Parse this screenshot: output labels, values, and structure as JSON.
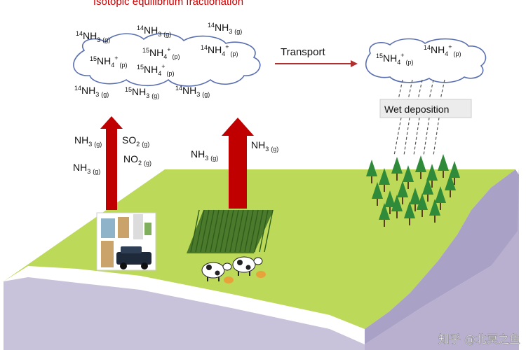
{
  "title": "Isotopic equilibrium fractionation",
  "cloud_left": {
    "gas_top": [
      {
        "sup": "14",
        "base": "NH",
        "sub1": "3",
        "charge": "",
        "phase": "(g)"
      },
      {
        "sup": "14",
        "base": "NH",
        "sub1": "3",
        "charge": "",
        "phase": "(g)"
      },
      {
        "sup": "14",
        "base": "NH",
        "sub1": "3",
        "charge": "",
        "phase": "(g)"
      }
    ],
    "inside": [
      {
        "sup": "15",
        "base": "NH",
        "sub1": "4",
        "charge": "+",
        "phase": "(p)"
      },
      {
        "sup": "15",
        "base": "NH",
        "sub1": "4",
        "charge": "+",
        "phase": "(p)"
      },
      {
        "sup": "14",
        "base": "NH",
        "sub1": "4",
        "charge": "+",
        "phase": "(p)"
      },
      {
        "sup": "15",
        "base": "NH",
        "sub1": "4",
        "charge": "+",
        "phase": "(p)"
      }
    ],
    "gas_bottom": [
      {
        "sup": "14",
        "base": "NH",
        "sub1": "3",
        "charge": "",
        "phase": "(g)"
      },
      {
        "sup": "15",
        "base": "NH",
        "sub1": "3",
        "charge": "",
        "phase": "(g)"
      },
      {
        "sup": "14",
        "base": "NH",
        "sub1": "3",
        "charge": "",
        "phase": "(g)"
      }
    ]
  },
  "transport_label": "Transport",
  "cloud_right": [
    {
      "sup": "15",
      "base": "NH",
      "sub1": "4",
      "charge": "+",
      "phase": "(p)"
    },
    {
      "sup": "14",
      "base": "NH",
      "sub1": "4",
      "charge": "+",
      "phase": "(p)"
    }
  ],
  "wet_deposition_label": "Wet deposition",
  "emission_left": [
    {
      "base": "NH",
      "sub1": "3",
      "phase": "(g)"
    },
    {
      "base": "SO",
      "sub1": "2",
      "phase": "(g)"
    },
    {
      "base": "NO",
      "sub1": "2",
      "phase": "(g)"
    },
    {
      "base": "NH",
      "sub1": "3",
      "phase": "(g)"
    }
  ],
  "emission_mid": [
    {
      "base": "NH",
      "sub1": "3",
      "phase": "(g)"
    },
    {
      "base": "NH",
      "sub1": "3",
      "phase": "(g)"
    }
  ],
  "watermark": "知乎 @北冥之鱼",
  "colors": {
    "arrow_red": "#c00000",
    "ground_green": "#bcd95a",
    "soil_purple": "#c9c2db",
    "tree_green": "#2f8a3a",
    "title_red": "#cc0000",
    "transport_arrow": "#b03030"
  },
  "icons": [
    "cloud-icon",
    "factory-icon",
    "car-icon",
    "crop-field-icon",
    "cow-icon",
    "tree-icon"
  ]
}
